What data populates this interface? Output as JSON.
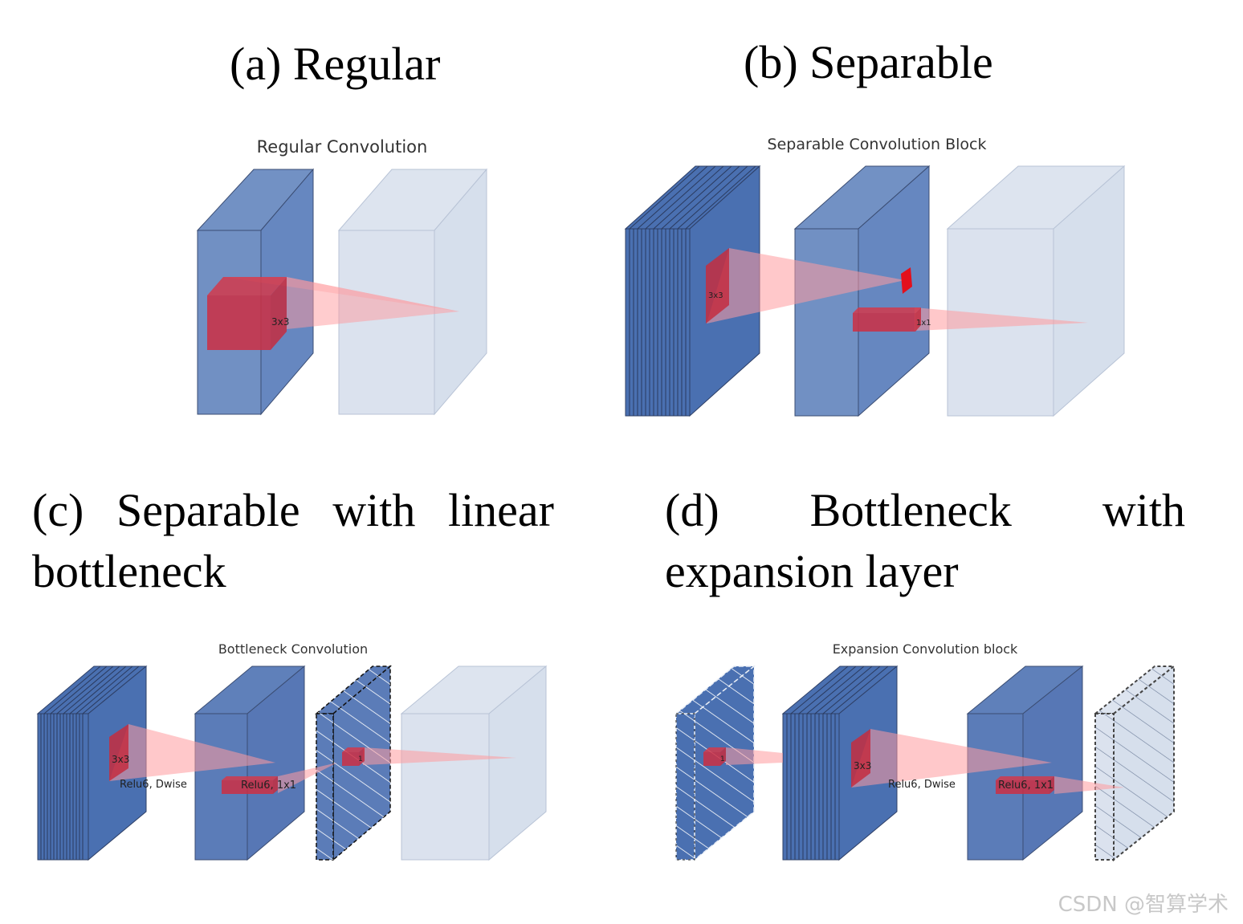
{
  "captions": {
    "a": "(a) Regular",
    "b": "(b) Separable",
    "c": "(c) Separable with linear bottleneck",
    "d": "(d) Bottleneck with expansion layer"
  },
  "figures": {
    "a": {
      "title": "Regular Convolution",
      "kernel": "3x3"
    },
    "b": {
      "title": "Separable Convolution Block",
      "kernel_depthwise": "3x3",
      "kernel_pointwise": "1x1"
    },
    "c": {
      "title": "Bottleneck Convolution",
      "kernel_depthwise": "3x3",
      "label_dwise": "Relu6, Dwise",
      "label_1x1": "Relu6, 1x1",
      "kernel_linear": "1"
    },
    "d": {
      "title": "Expansion Convolution block",
      "kernel_expand": "1",
      "kernel_depthwise": "3x3",
      "label_dwise": "Relu6, Dwise",
      "label_1x1": "Relu6, 1x1"
    }
  },
  "colors": {
    "tensor_dark": "#4a6fb0",
    "tensor_medium": "#5b7fbc",
    "tensor_light": "#d9e1ee",
    "kernel_red": "#cc2a3c",
    "cone_pink": "#ff9a9e"
  },
  "watermark": "CSDN @智算学术"
}
